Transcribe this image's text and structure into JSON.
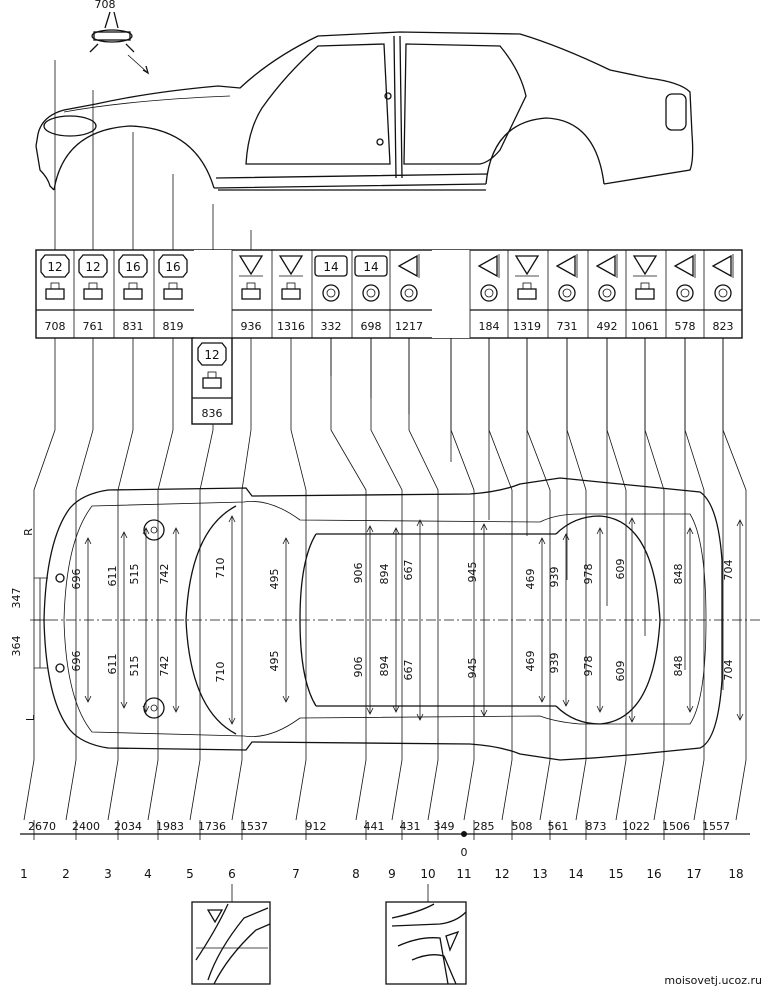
{
  "diagram": {
    "sensor_label": "708",
    "columns": [
      {
        "sym": "bolt",
        "num": "12",
        "part": "clamp",
        "dist": "708"
      },
      {
        "sym": "bolt",
        "num": "12",
        "part": "clamp",
        "dist": "761"
      },
      {
        "sym": "bolt",
        "num": "16",
        "part": "clamp",
        "dist": "831"
      },
      {
        "sym": "bolt",
        "num": "16",
        "part": "clamp",
        "dist": "819"
      },
      {
        "sym": "none",
        "num": "",
        "part": "none",
        "dist": ""
      },
      {
        "sym": "down",
        "num": "",
        "part": "clamp",
        "dist": "936"
      },
      {
        "sym": "down",
        "num": "",
        "part": "clamp",
        "dist": "1316"
      },
      {
        "sym": "rect",
        "num": "14",
        "part": "ring",
        "dist": "332"
      },
      {
        "sym": "rect",
        "num": "14",
        "part": "ring",
        "dist": "698"
      },
      {
        "sym": "left",
        "num": "",
        "part": "ring",
        "dist": "1217"
      },
      {
        "sym": "none",
        "num": "",
        "part": "none",
        "dist": ""
      },
      {
        "sym": "left",
        "num": "",
        "part": "ring",
        "dist": "184"
      },
      {
        "sym": "down",
        "num": "",
        "part": "clamp",
        "dist": "1319"
      },
      {
        "sym": "left",
        "num": "",
        "part": "ring",
        "dist": "731"
      },
      {
        "sym": "left",
        "num": "",
        "part": "ring",
        "dist": "492"
      },
      {
        "sym": "down",
        "num": "",
        "part": "clamp",
        "dist": "1061"
      },
      {
        "sym": "left",
        "num": "",
        "part": "ring",
        "dist": "578"
      },
      {
        "sym": "left",
        "num": "",
        "part": "ring",
        "dist": "823"
      }
    ],
    "sub_box": {
      "num": "12",
      "dist": "836"
    },
    "side_labels": {
      "right": "R",
      "left": "L"
    },
    "left_dims": {
      "upper": "347",
      "lower": "364"
    },
    "half_widths": [
      "696",
      "611",
      "515",
      "742",
      "710",
      "495",
      "906",
      "894",
      "667",
      "945",
      "469",
      "939",
      "978",
      "609",
      "848",
      "704"
    ],
    "bottom_dims": [
      "2670",
      "2400",
      "2034",
      "1983",
      "1736",
      "1537",
      "912",
      "441",
      "431",
      "349",
      "285",
      "508",
      "561",
      "873",
      "1022",
      "1506",
      "1557"
    ],
    "zero_label": "0",
    "points": [
      "1",
      "2",
      "3",
      "4",
      "5",
      "6",
      "7",
      "8",
      "9",
      "10",
      "11",
      "12",
      "13",
      "14",
      "15",
      "16",
      "17",
      "18"
    ],
    "footer": "moisovetj.ucoz.ru"
  }
}
